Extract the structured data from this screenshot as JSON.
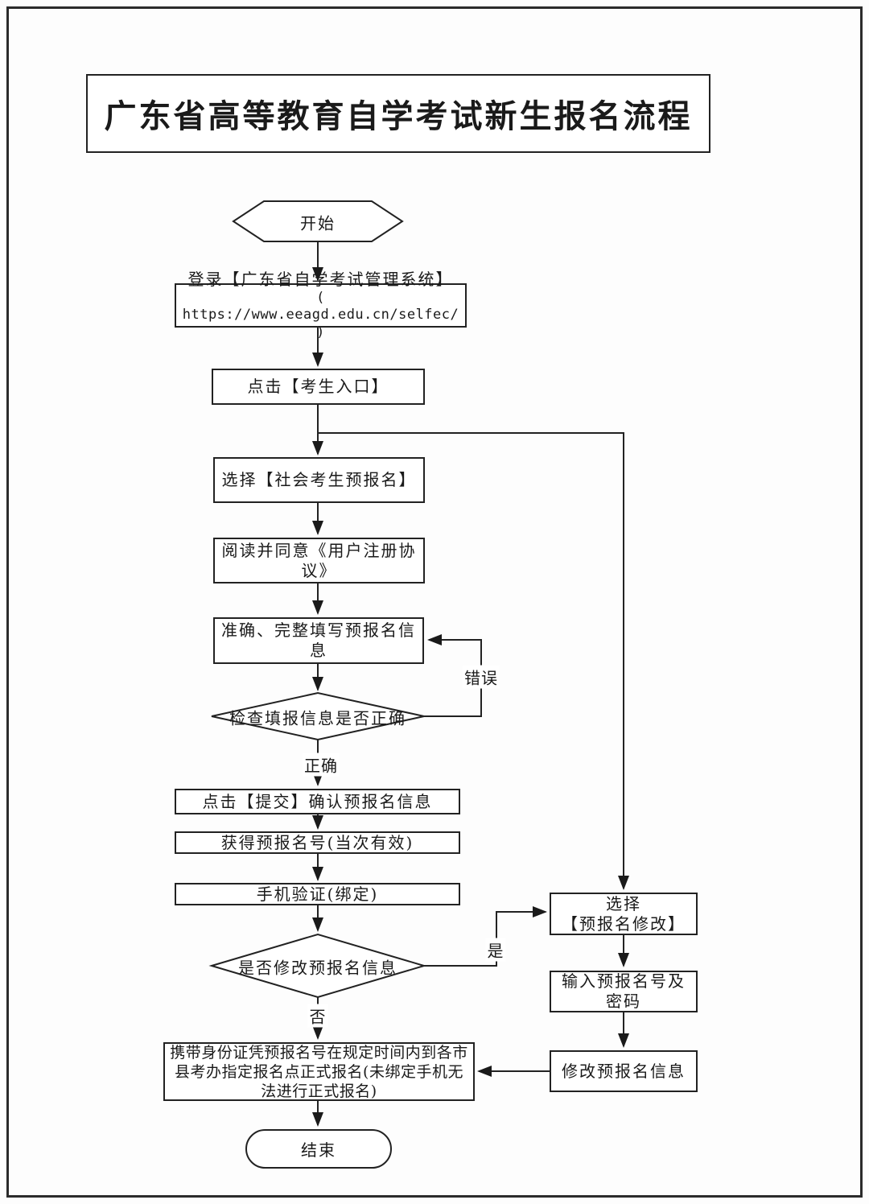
{
  "title": "广东省高等教育自学考试新生报名流程",
  "nodes": {
    "start": "开始",
    "login": {
      "line1": "登录【广东省自学考试管理系统】",
      "line2": "( https://www.eeagd.edu.cn/selfec/ )"
    },
    "entry": "点击【考生入口】",
    "select_prereg": "选择【社会考生预报名】",
    "agreement": "阅读并同意《用户注册协议》",
    "fill_info": "准确、完整填写预报名信息",
    "check_info": "检查填报信息是否正确",
    "submit": "点击【提交】确认预报名信息",
    "get_number": "获得预报名号(当次有效)",
    "phone_verify": "手机验证(绑定)",
    "modify_decision": "是否修改预报名信息",
    "select_modify": {
      "line1": "选择",
      "line2": "【预报名修改】"
    },
    "input_credentials": {
      "line1": "输入预报名号及",
      "line2": "密码"
    },
    "modify_info": "修改预报名信息",
    "formal_reg": "携带身份证凭预报名号在规定时间内到各市县考办指定报名点正式报名(未绑定手机无法进行正式报名)",
    "end": "结束"
  },
  "edge_labels": {
    "error": "错误",
    "correct": "正确",
    "yes": "是",
    "no": "否"
  }
}
